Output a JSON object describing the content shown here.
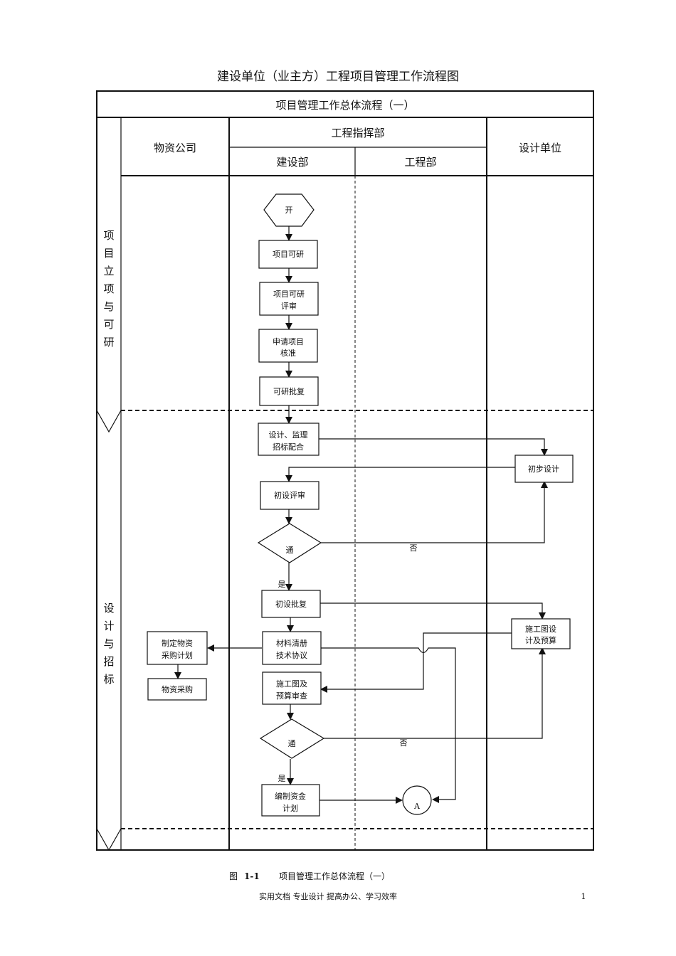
{
  "title": "建设单位（业主方）工程项目管理工作流程图",
  "table_header": "项目管理工作总体流程（一）",
  "columns": {
    "wuzi": "物资公司",
    "zhihuibu": "工程指挥部",
    "jianshebu": "建设部",
    "gongchengbu": "工程部",
    "sheji": "设计单位"
  },
  "phases": [
    {
      "label": [
        "项",
        "目",
        "立",
        "项",
        "与",
        "可",
        "研"
      ]
    },
    {
      "label": [
        "设",
        "计",
        "与",
        "招",
        "标"
      ]
    }
  ],
  "nodes": {
    "start": {
      "text": [
        "开"
      ]
    },
    "kexing": {
      "text": [
        "项目可研"
      ]
    },
    "kexing_review": {
      "text": [
        "项目可研",
        "评审"
      ]
    },
    "apply_approve": {
      "text": [
        "申请项目",
        "核准"
      ]
    },
    "kexing_reply": {
      "text": [
        "可研批复"
      ]
    },
    "design_tender": {
      "text": [
        "设计、监理",
        "招标配合"
      ]
    },
    "prelim_design": {
      "text": [
        "初步设计"
      ]
    },
    "prelim_review": {
      "text": [
        "初设评审"
      ]
    },
    "decision1": {
      "text": [
        "通"
      ]
    },
    "prelim_reply": {
      "text": [
        "初设批复"
      ]
    },
    "material_list": {
      "text": [
        "材料清册",
        "技术协议"
      ]
    },
    "constr_design": {
      "text": [
        "施工图设",
        "计及预算"
      ]
    },
    "material_plan": {
      "text": [
        "制定物资",
        "采购计划"
      ]
    },
    "material_purchase": {
      "text": [
        "物资采购"
      ]
    },
    "constr_review": {
      "text": [
        "施工图及",
        "预算审查"
      ]
    },
    "decision2": {
      "text": [
        "通"
      ]
    },
    "fund_plan": {
      "text": [
        "编制资金",
        "计划"
      ]
    },
    "connector_a": {
      "text": [
        "A"
      ]
    }
  },
  "edge_labels": {
    "no1": "否",
    "yes1": "是",
    "no2": "否",
    "yes2": "是"
  },
  "caption": {
    "fig_label": "图",
    "fig_num": "1-1",
    "fig_title": "项目管理工作总体流程（一）"
  },
  "footer": {
    "text": "实用文档 专业设计 提高办公、学习效率",
    "page": "1"
  }
}
